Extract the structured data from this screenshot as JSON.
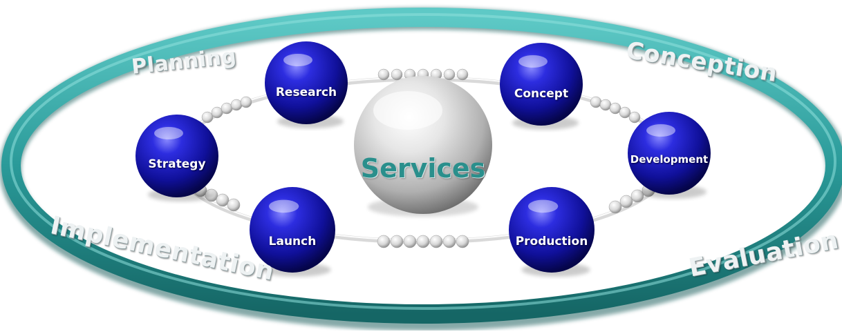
{
  "ring": {
    "labels": {
      "planning": "Planning",
      "conception": "Conception",
      "implementation": "Implementation",
      "evaluation": "Evaluation"
    },
    "color": "#2a9a99"
  },
  "center": {
    "label": "Services",
    "color": "#2a8f8c"
  },
  "nodes": [
    {
      "id": "research",
      "label": "Research"
    },
    {
      "id": "concept",
      "label": "Concept"
    },
    {
      "id": "strategy",
      "label": "Strategy"
    },
    {
      "id": "development",
      "label": "Development"
    },
    {
      "id": "launch",
      "label": "Launch"
    },
    {
      "id": "production",
      "label": "Production"
    }
  ],
  "colors": {
    "node": "#1a1aa8",
    "node_highlight": "#6a6af0",
    "bead": "#f2f2f2"
  }
}
